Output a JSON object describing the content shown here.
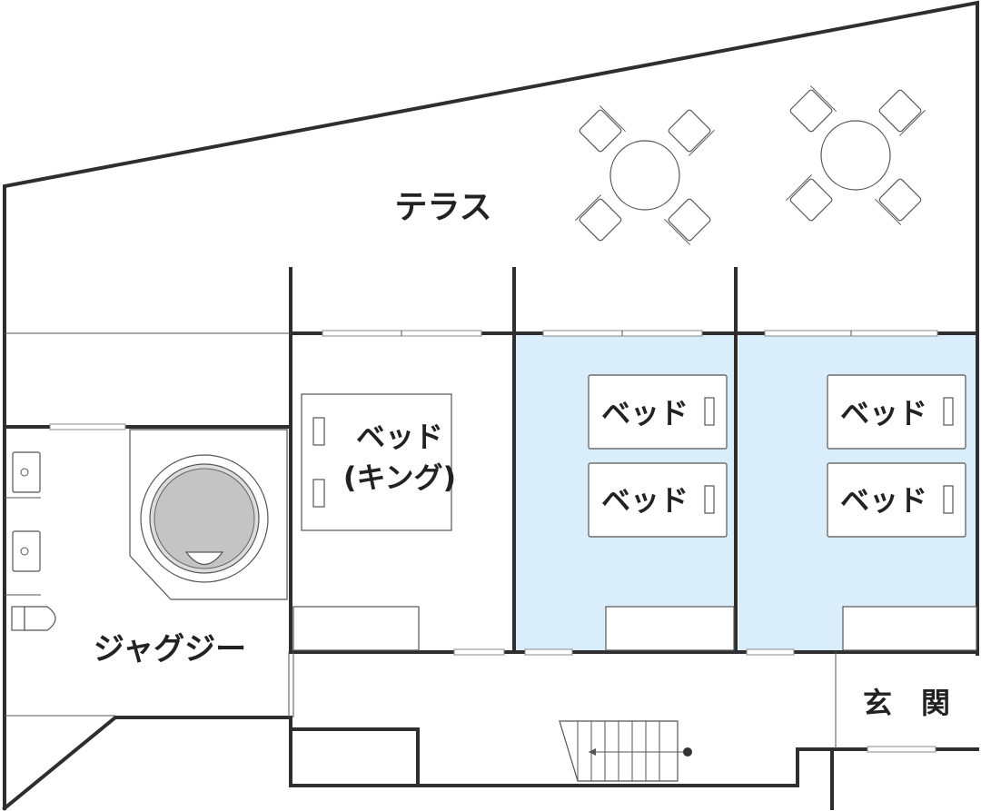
{
  "rooms": {
    "terrace": "テラス",
    "jacuzzi": "ジャグジー",
    "king_bed_line1": "ベッド",
    "king_bed_line2": "(キング)",
    "bed1a": "ベッド",
    "bed1b": "ベッド",
    "bed2a": "ベッド",
    "bed2b": "ベッド",
    "entrance": "玄　関"
  },
  "colors": {
    "bedroom_fill": "#d9eefa",
    "wall": "#2e2e2e"
  }
}
